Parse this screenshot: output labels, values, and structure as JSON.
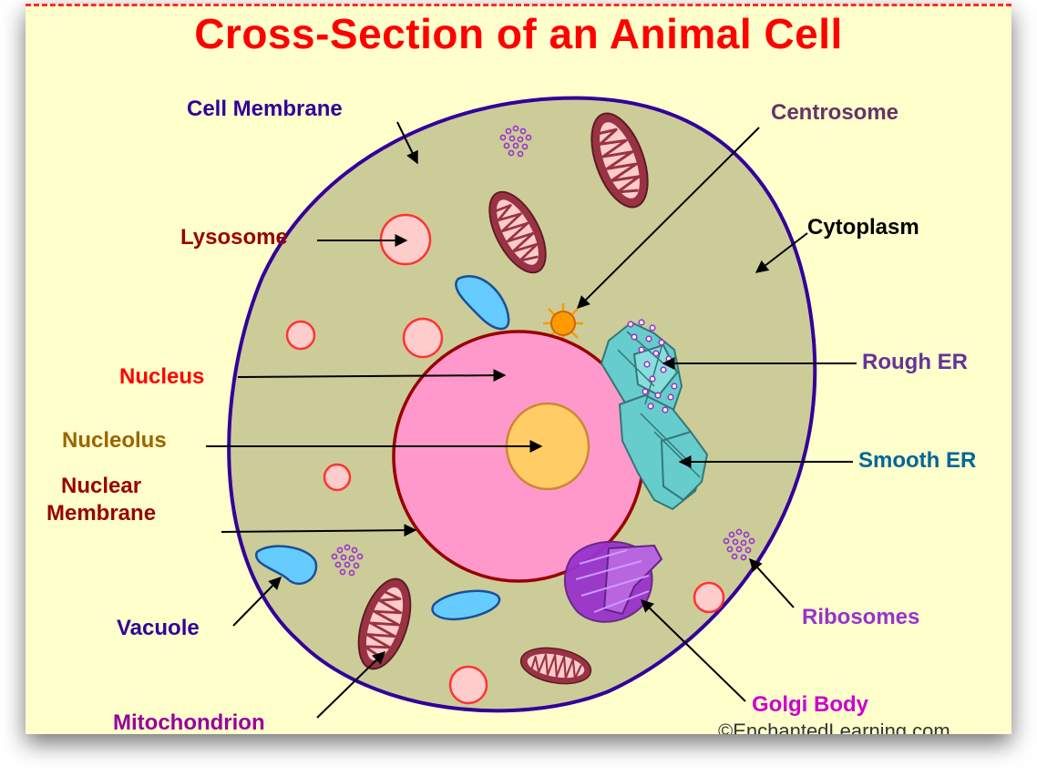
{
  "title": "Cross-Section of an Animal Cell",
  "labels": {
    "cell_membrane": "Cell Membrane",
    "centrosome": "Centrosome",
    "lysosome": "Lysosome",
    "cytoplasm": "Cytoplasm",
    "nucleus": "Nucleus",
    "rough_er": "Rough ER",
    "nucleolus": "Nucleolus",
    "nuclear_membrane_line1": "Nuclear",
    "nuclear_membrane_line2": "Membrane",
    "smooth_er": "Smooth ER",
    "vacuole": "Vacuole",
    "ribosomes": "Ribosomes",
    "golgi_body": "Golgi Body",
    "mitochondrion": "Mitochondrion"
  },
  "copyright": "©EnchantedLearning.com",
  "colors": {
    "title": "#ff0000",
    "background": "#ffffcc",
    "cytoplasm": "#cccc99",
    "cell_membrane": "#330099",
    "nucleus": "#ff99cc",
    "nuclear_membrane": "#990000",
    "nucleolus": "#ffcc66",
    "mitochondrion": "#993344",
    "lysosome": "#ffcccc",
    "vacuole": "#66ccff",
    "centrosome": "#ff9900",
    "er": "#66cccc",
    "golgi": "#9933cc",
    "ribosome": "#9933cc"
  },
  "label_colors": {
    "cell_membrane": "#330099",
    "centrosome": "#663366",
    "lysosome": "#990000",
    "cytoplasm": "#000000",
    "nucleus": "#ff0000",
    "rough_er": "#663399",
    "nucleolus": "#996600",
    "nuclear_membrane": "#990000",
    "smooth_er": "#006699",
    "vacuole": "#330099",
    "ribosomes": "#9933cc",
    "golgi_body": "#cc00cc",
    "mitochondrion": "#990099"
  }
}
